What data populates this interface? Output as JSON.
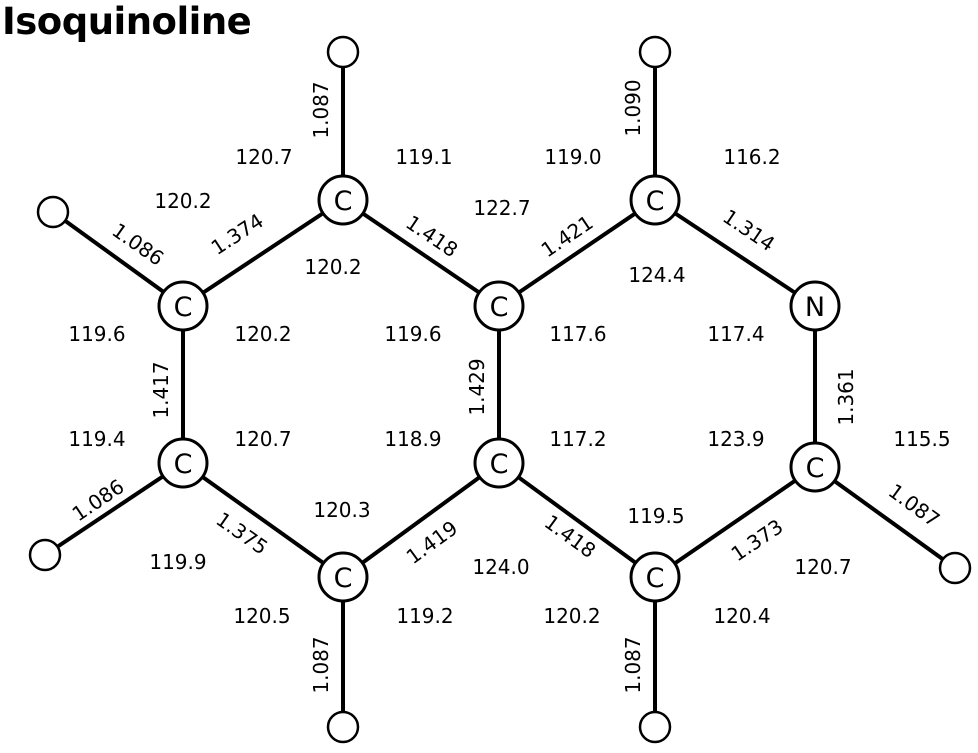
{
  "title": "Isoquinoline",
  "atoms": [
    {
      "id": "c1",
      "symbol": "C"
    },
    {
      "id": "c2",
      "symbol": "C"
    },
    {
      "id": "c3",
      "symbol": "C"
    },
    {
      "id": "c4",
      "symbol": "C"
    },
    {
      "id": "c5",
      "symbol": "C"
    },
    {
      "id": "c6",
      "symbol": "C"
    },
    {
      "id": "c7",
      "symbol": "C"
    },
    {
      "id": "c8",
      "symbol": "C"
    },
    {
      "id": "c9",
      "symbol": "C"
    },
    {
      "id": "n10",
      "symbol": "N"
    }
  ],
  "bond_lengths": {
    "c_top_left_h": "1.087",
    "c_top_right_h": "1.090",
    "c_upper_left_h": "1.086",
    "c_lower_left_h": "1.086",
    "c_bottom_left_h": "1.087",
    "c_bottom_right_h": "1.087",
    "c_right_h": "1.087",
    "upper_left_top": "1.374",
    "top_junction_up": "1.418",
    "junction_up_top_right": "1.421",
    "top_right_n": "1.314",
    "n_right": "1.361",
    "left_vertical": "1.417",
    "junction_vertical": "1.429",
    "lower_left_bottom": "1.375",
    "bottom_junction_low": "1.419",
    "junction_low_bottom_right": "1.418",
    "bottom_right_right": "1.373"
  },
  "angles": {
    "a1": "120.7",
    "a2": "119.1",
    "a3": "119.0",
    "a4": "116.2",
    "a5": "120.2",
    "a6": "122.7",
    "a7": "120.2",
    "a8": "124.4",
    "a9": "119.6",
    "a10": "120.2",
    "a11": "119.6",
    "a12": "117.6",
    "a13": "117.4",
    "a14": "119.4",
    "a15": "120.7",
    "a16": "118.9",
    "a17": "117.2",
    "a18": "123.9",
    "a19": "115.5",
    "a20": "120.3",
    "a21": "119.5",
    "a22": "119.9",
    "a23": "124.0",
    "a24": "120.7",
    "a25": "120.5",
    "a26": "119.2",
    "a27": "120.2",
    "a28": "120.4"
  }
}
